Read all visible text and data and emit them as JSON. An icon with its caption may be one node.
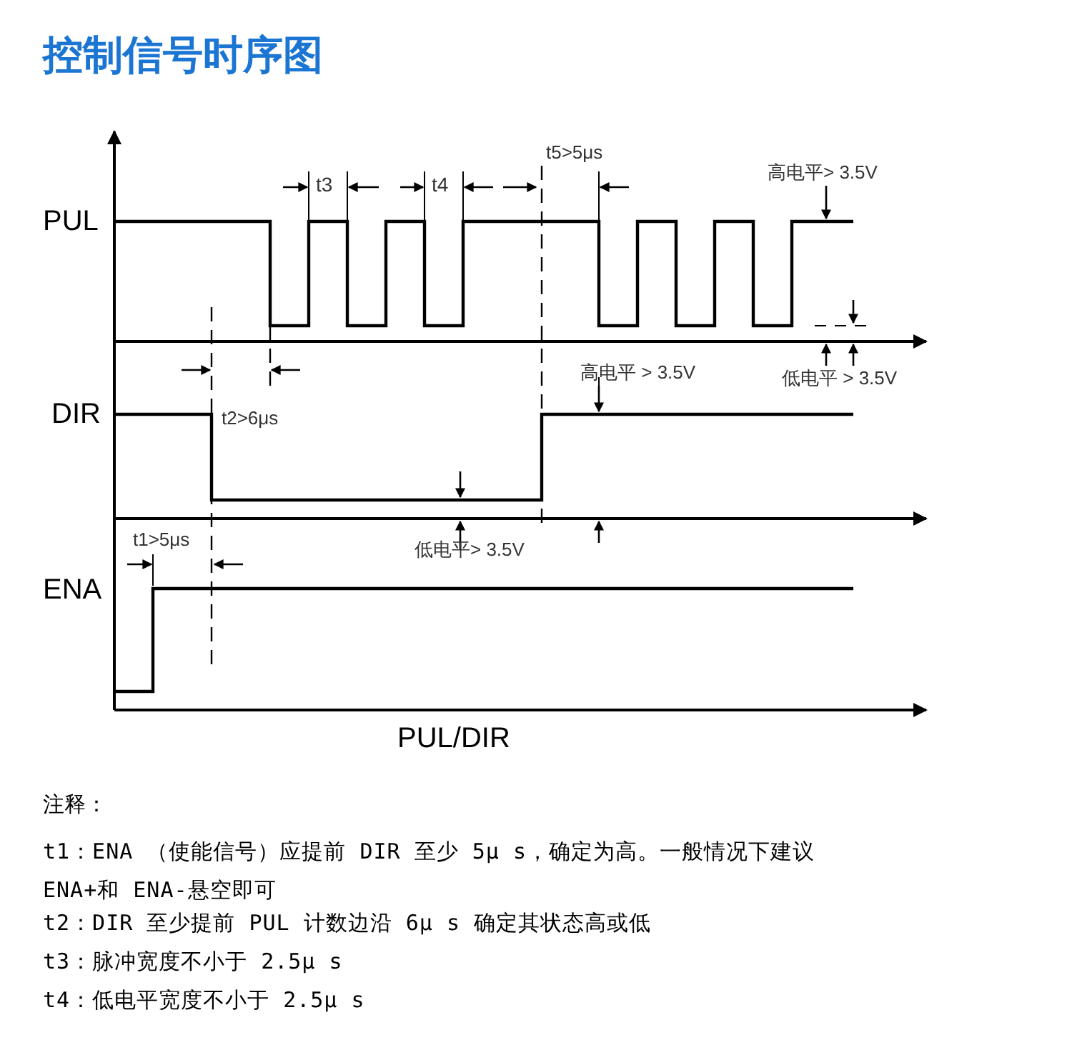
{
  "diagram": {
    "title": "控制信号时序图",
    "labels": [
      "t5>5μs",
      "t3",
      "t4",
      "高电平> 3.5V",
      "PUL",
      "高电平 > 3.5V",
      "低电平 > 3.5V",
      "DIR",
      "t2>6μs",
      "t1>5μs",
      "低电平> 3.5V",
      "ENA",
      "PUL/DIR",
      "注释：",
      "t1：ENA （使能信号）应提前 DIR 至少 5μ s，确定为高。一般情况下建议 ENA+和 ENA-悬空即可",
      "t2：DIR 至少提前 PUL 计数边沿 6μ s 确定其状态高或低",
      "t3：脉冲宽度不小于 2.5μ s",
      "t4：低电平宽度不小于 2.5μ s"
    ]
  }
}
